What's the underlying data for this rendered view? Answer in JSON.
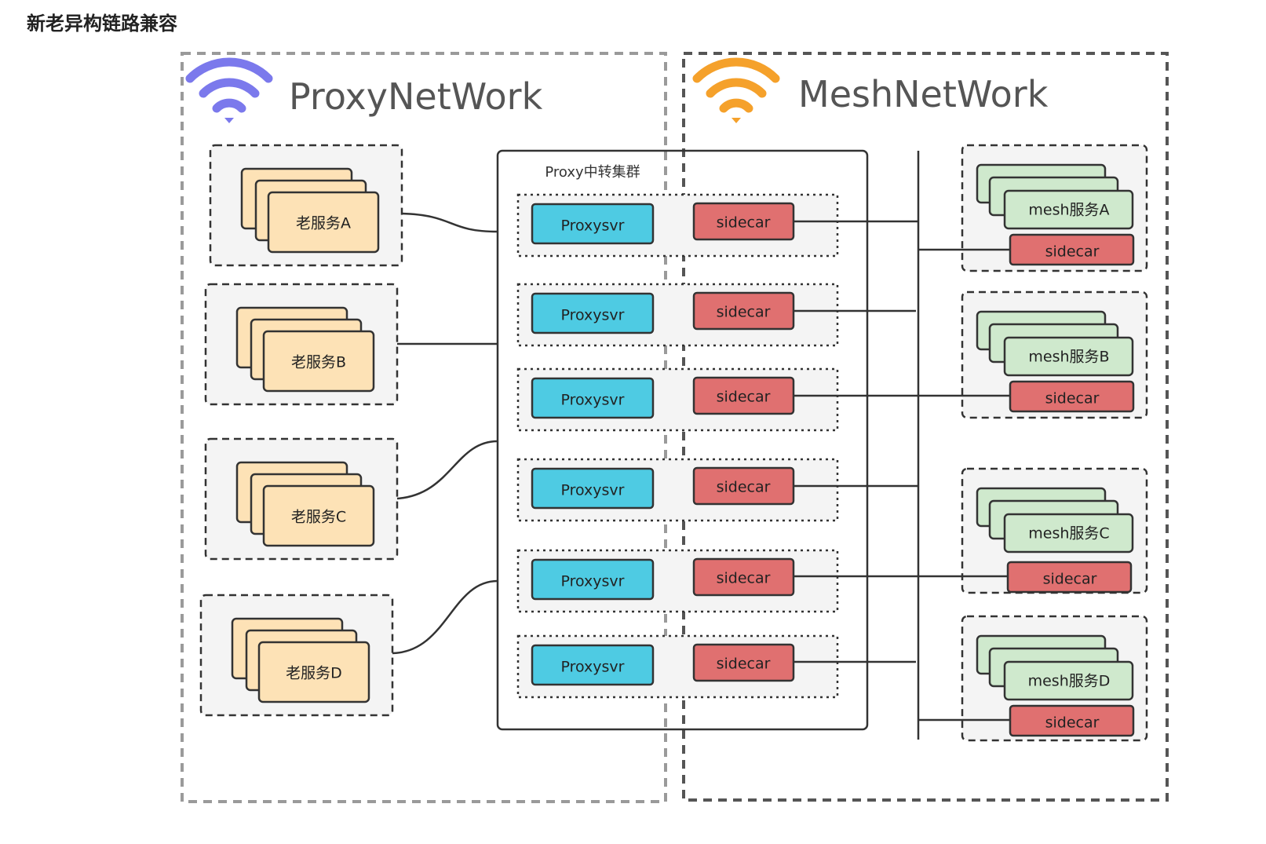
{
  "page_title": "新老异构链路兼容",
  "proxy_network": {
    "title": "ProxyNetWork",
    "icon": "wifi-icon",
    "color": "#7b79ec"
  },
  "mesh_network": {
    "title": "MeshNetWork",
    "icon": "wifi-icon",
    "color": "#f5a12b"
  },
  "cluster": {
    "title": "Proxy中转集群",
    "rows": [
      {
        "proxy": "Proxysvr",
        "sidecar": "sidecar"
      },
      {
        "proxy": "Proxysvr",
        "sidecar": "sidecar"
      },
      {
        "proxy": "Proxysvr",
        "sidecar": "sidecar"
      },
      {
        "proxy": "Proxysvr",
        "sidecar": "sidecar"
      },
      {
        "proxy": "Proxysvr",
        "sidecar": "sidecar"
      },
      {
        "proxy": "Proxysvr",
        "sidecar": "sidecar"
      }
    ]
  },
  "old_services": [
    "老服务A",
    "老服务B",
    "老服务C",
    "老服务D"
  ],
  "mesh_services": [
    {
      "name": "mesh服务A",
      "sidecar": "sidecar"
    },
    {
      "name": "mesh服务B",
      "sidecar": "sidecar"
    },
    {
      "name": "mesh服务C",
      "sidecar": "sidecar"
    },
    {
      "name": "mesh服务D",
      "sidecar": "sidecar"
    }
  ],
  "colors": {
    "old_service": "#fde2b6",
    "mesh_service": "#cfe9cd",
    "proxysvr": "#4ecbe3",
    "sidecar": "#e07070",
    "group_bg": "#f4f4f4"
  }
}
